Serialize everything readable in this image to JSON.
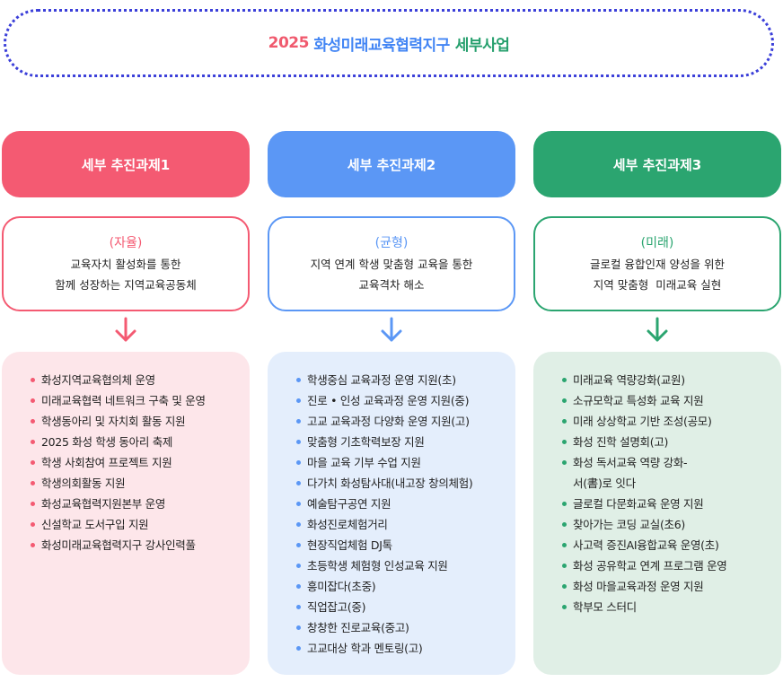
{
  "title": {
    "year": "2025",
    "name": " 화성미래교육협력지구",
    "suffix": "세부사업"
  },
  "colors": {
    "red": "#f45a72",
    "blue": "#5b97f5",
    "green": "#2ba570",
    "title_border": "#3b3fd9"
  },
  "columns": [
    {
      "header": "세부 추진과제1",
      "keyword": "(자율)",
      "goal_line1": "교육자치 활성화를 통한",
      "goal_line2": "함께 성장하는 지역교육공동체",
      "arrow_icon": "arrow-down-icon",
      "items": [
        "화성지역교육협의체 운영",
        "미래교육협력 네트워크 구축 및 운영",
        "학생동아리 및 자치회 활동 지원",
        "2025 화성 학생 동아리 축제",
        "학생 사회참여 프로젝트 지원",
        "학생의회활동 지원",
        "화성교육협력지원본부 운영",
        "신설학교 도서구입 지원",
        "화성미래교육협력지구 강사인력풀"
      ]
    },
    {
      "header": "세부 추진과제2",
      "keyword": "(균형)",
      "goal_line1": "지역 연계 학생 맞춤형 교육을 통한",
      "goal_line2": "교육격차 해소",
      "arrow_icon": "arrow-down-icon",
      "items": [
        "학생중심 교육과정 운영 지원(초)",
        "진로 • 인성 교육과정 운영 지원(중)",
        "고교 교육과정 다양화 운영 지원(고)",
        "맞춤형 기초학력보장 지원",
        "마을 교육 기부 수업 지원",
        "다가치 화성탐사대(내고장 창의체험)",
        "예술탐구공연 지원",
        "화성진로체험거리",
        "현장직업체험 DJ톡",
        "초등학생 체험형 인성교육 지원",
        "흥미잡다(초중)",
        "직업잡고(중)",
        "창창한 진로교육(중고)",
        "고교대상 학과 멘토링(고)"
      ]
    },
    {
      "header": "세부 추진과제3",
      "keyword": "(미래)",
      "goal_line1": "글로컬 융합인재 양성을 위한",
      "goal_line2": "지역 맞춤형  미래교육 실현",
      "arrow_icon": "arrow-down-icon",
      "items": [
        "미래교육 역량강화(교원)",
        "소규모학교 특성화 교육 지원",
        "미래 상상학교 기반 조성(공모)",
        "화성 진학 설명회(고)",
        "화성 독서교육 역량 강화-",
        "서(書)로 잇다",
        "글로컬 다문화교육 운영 지원",
        "찾아가는 코딩 교실(초6)",
        "사고력 증진AI융합교육 운영(초)",
        "화성 공유학교 연계 프로그램 운영",
        "화성 마을교육과정 운영 지원",
        "학부모 스터디"
      ]
    }
  ]
}
